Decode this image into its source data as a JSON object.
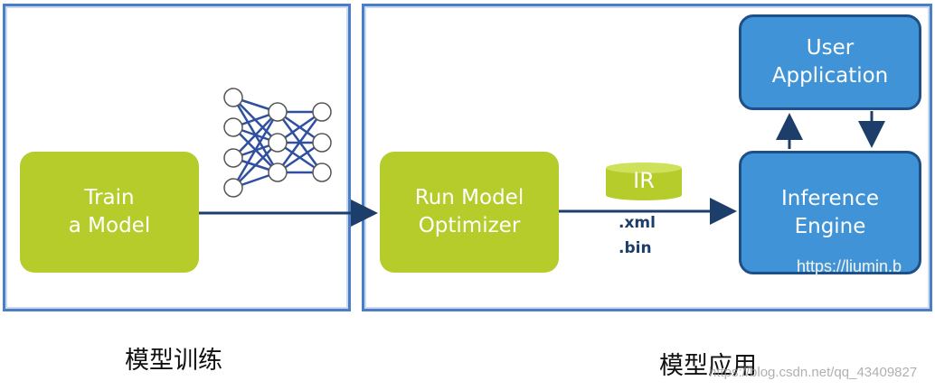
{
  "train_box": {
    "label": "Train\na Model"
  },
  "optimizer_box": {
    "label": "Run Model\nOptimizer"
  },
  "ir": {
    "label": "IR",
    "formats": [
      ".xml",
      ".bin"
    ]
  },
  "user_app_box": {
    "label": "User\nApplication"
  },
  "engine_box": {
    "label": "Inference\nEngine"
  },
  "captions": {
    "train": "模型训练",
    "apply": "模型应用"
  },
  "watermark": {
    "main": "https://liumin.b",
    "sub": "https://blog.csdn.net/qq_43409827"
  },
  "colors": {
    "frame": "#4a7ec6",
    "green": "#b5cc2b",
    "blue": "#3f93d6",
    "arrow": "#1d3d6b",
    "network": "#2f4fa0"
  }
}
